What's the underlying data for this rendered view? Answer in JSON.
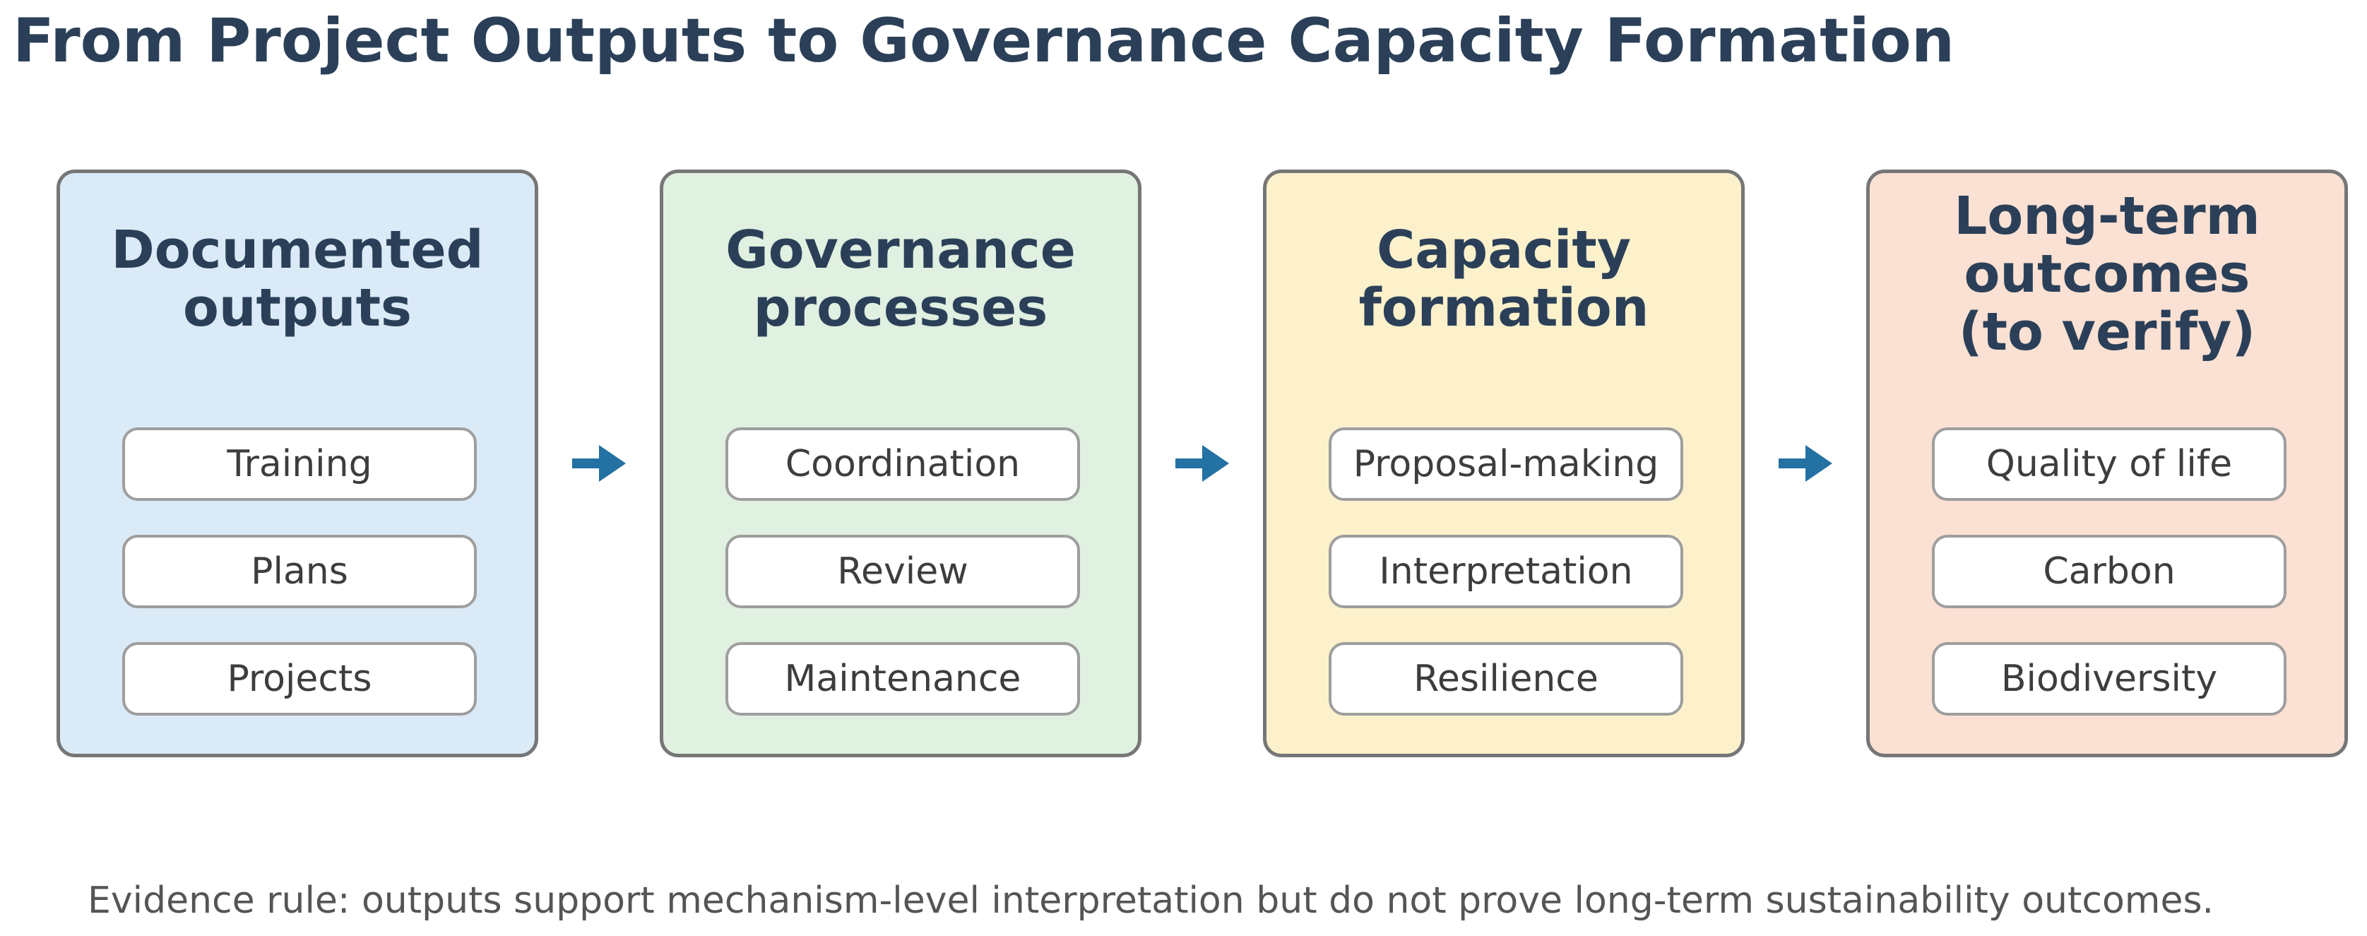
{
  "title": "From Project Outputs to Governance Capacity Formation",
  "colors": {
    "title_text": "#2b4058",
    "box_border": "#767676",
    "item_border": "#9e9e9e",
    "arrow": "#2471a3",
    "note_text": "#555555"
  },
  "stages": [
    {
      "heading": "Documented\noutputs",
      "fill": "#dbeaf7",
      "items": [
        "Training",
        "Plans",
        "Projects"
      ]
    },
    {
      "heading": "Governance\nprocesses",
      "fill": "#e0f0e1",
      "items": [
        "Coordination",
        "Review",
        "Maintenance"
      ]
    },
    {
      "heading": "Capacity\nformation",
      "fill": "#fdf1cc",
      "items": [
        "Proposal-making",
        "Interpretation",
        "Resilience"
      ]
    },
    {
      "heading": "Long-term\noutcomes\n(to verify)",
      "fill": "#fbe1d3",
      "items": [
        "Quality of life",
        "Carbon",
        "Biodiversity"
      ]
    }
  ],
  "arrow_icon": "arrow-right-icon",
  "note": "Evidence rule: outputs support mechanism-level interpretation but do not prove long-term sustainability outcomes."
}
